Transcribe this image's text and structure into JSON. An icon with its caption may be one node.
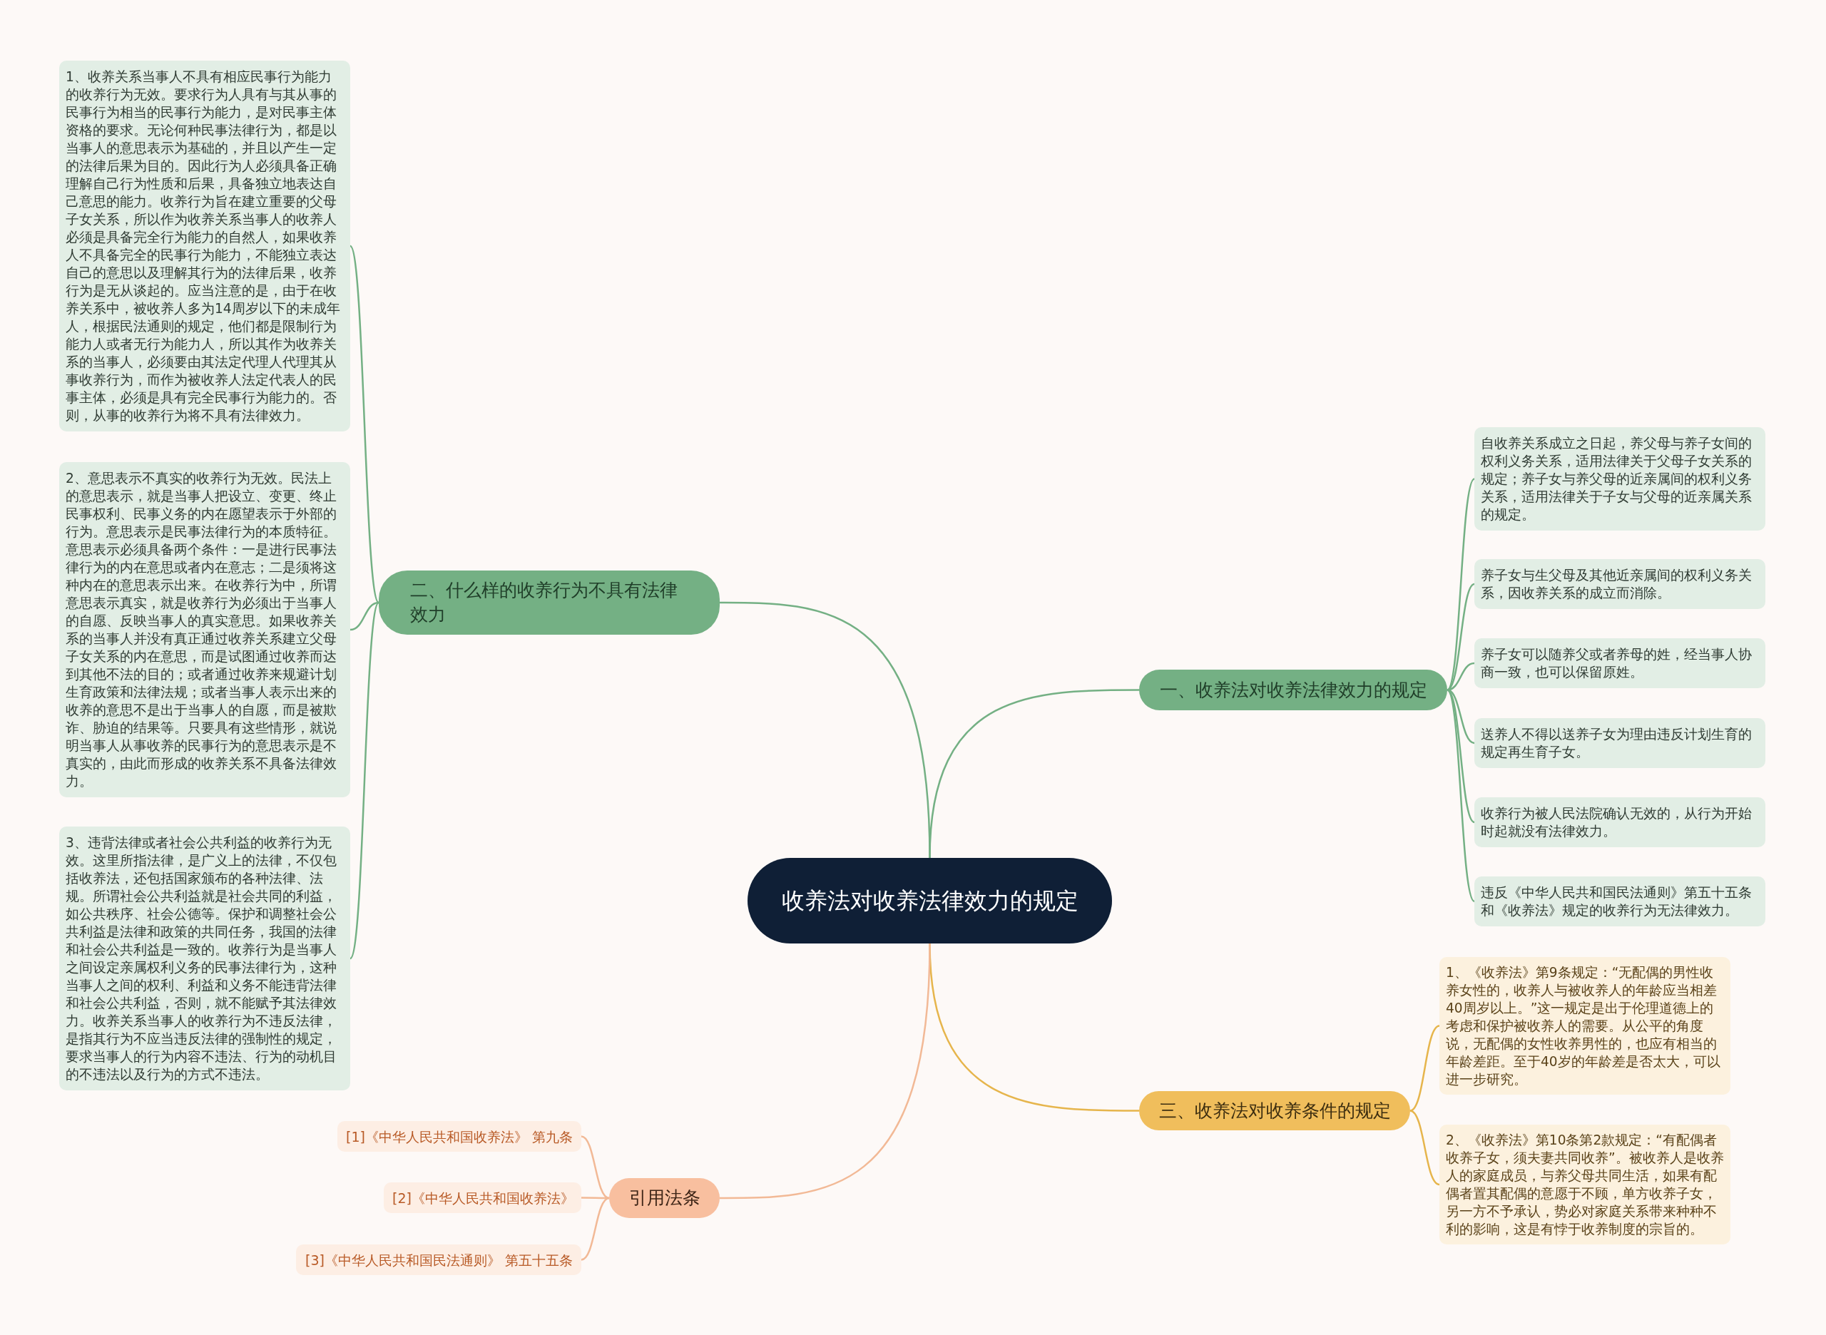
{
  "diagram": {
    "nodes": [
      {
        "text": [
          "收养法对收养法律效力的规定"
        ]
      },
      {
        "text": [
          "二、什么样的收养行为不具有法律效力"
        ]
      },
      {
        "text": [
          "1、收养关系当事人不具有相应民事行为能力的收养行为无效。要求行为人具有与其从事的民事行为相当的民事行为能力，是对民事主体资格的要求。无论何种民事法律行为，都是以当事人的意思表示为基础的，并且以产生一定的法律后果为目的。因此行为人必须具备正确理解自己行为性质和后果，具备独立地表达自己意思的能力。收养行为旨在建立重要的父母子女关系，所以作为收养关系当事人的收养人必须是具备完全行为能力的自然人，如果收养人不具备完全的民事行为能力，不能独立表达自己的意思以及理解其行为的法律后果，收养行为是无从谈起的。应当注意的是，由于在收养关系中，被收养人多为14周岁以下的未成年人，根据民法通则的规定，他们都是限制行为能力人或者无行为能力人，所以其作为收养关系的当事人，必须要由其法定代理人代理其从事收养行为，而作为被收养人法定代表人的民事主体，必须是具有完全民事行为能力的。否则，从事的收养行为将不具有法律效力。"
        ]
      },
      {
        "text": [
          "2、意思表示不真实的收养行为无效。民法上的意思表示，就是当事人把设立、变更、终止民事权利、民事义务的内在愿望表示于外部的行为。意思表示是民事法律行为的本质特征。意思表示必须具备两个条件：一是进行民事法律行为的内在意思或者内在意志；二是须将这种内在的意思表示出来。在收养行为中，所谓意思表示真实，就是收养行为必须出于当事人的自愿、反映当事人的真实意思。如果收养关系的当事人并没有真正通过收养关系建立父母子女关系的内在意思，而是试图通过收养而达到其他不法的目的；或者通过收养来规避计划生育政策和法律法规；或者当事人表示出来的收养的意思不是出于当事人的自愿，而是被欺诈、胁迫的结果等。只要具有这些情形，就说明当事人从事收养的民事行为的意思表示是不真实的，由此而形成的收养关系不具备法律效力。"
        ]
      },
      {
        "text": [
          "3、违背法律或者社会公共利益的收养行为无效。这里所指法律，是广义上的法律，不仅包括收养法，还包括国家颁布的各种法律、法规。所谓社会公共利益就是社会共同的利益，如公共秩序、社会公德等。保护和调整社会公共利益是法律和政策的共同任务，我国的法律和社会公共利益是一致的。收养行为是当事人之间设定亲属权利义务的民事法律行为，这种当事人之间的权利、利益和义务不能违背法律和社会公共利益，否则，就不能赋予其法律效力。收养关系当事人的收养行为不违反法律，是指其行为不应当违反法律的强制性的规定，要求当事人的行为内容不违法、行为的动机目的不违法以及行为的方式不违法。"
        ]
      },
      {
        "text": [
          "一、收养法对收养法律效力的规定"
        ]
      },
      {
        "text": [
          "自收养关系成立之日起，养父母与养子女间的权利义务关系，适用法律关于父母子女关系的规定；养子女与养父母的近亲属间的权利义务关系，适用法律关于子女与父母的近亲属关系的规定。"
        ]
      },
      {
        "text": [
          "养子女与生父母及其他近亲属间的权利义务关系，因收养关系的成立而消除。"
        ]
      },
      {
        "text": [
          "养子女可以随养父或者养母的姓，经当事人协商一致，也可以保留原姓。"
        ]
      },
      {
        "text": [
          "送养人不得以送养子女为理由违反计划生育的规定再生育子女。"
        ]
      },
      {
        "text": [
          "收养行为被人民法院确认无效的，从行为开始时起就没有法律效力。"
        ]
      },
      {
        "text": [
          "违反《中华人民共和国民法通则》第五十五条和《收养法》规定的收养行为无法律效力。"
        ]
      },
      {
        "text": [
          "三、收养法对收养条件的规定"
        ]
      },
      {
        "text": [
          "1、《收养法》第9条规定：“无配偶的男性收养女性的，收养人与被收养人的年龄应当相差40周岁以上。”这一规定是出于伦理道德上的考虑和保护被收养人的需要。从公平的角度说，无配偶的女性收养男性的，也应有相当的年龄差距。至于40岁的年龄差是否太大，可以进一步研究。"
        ]
      },
      {
        "text": [
          "2、《收养法》第10条第2款规定：“有配偶者收养子女，须夫妻共同收养”。被收养人是收养人的家庭成员，与养父母共同生活，如果有配偶者置其配偶的意愿于不顾，单方收养子女，另一方不予承认，势必对家庭关系带来种种不利的影响，这是有悖于收养制度的宗旨的。"
        ]
      },
      {
        "text": [
          "引用法条"
        ]
      },
      {
        "text": [
          "[1]《中华人民共和国收养法》 第九条"
        ]
      },
      {
        "text": [
          "[2]《中华人民共和国收养法》"
        ]
      },
      {
        "text": [
          "[3]《中华人民共和国民法通则》 第五十五条"
        ]
      }
    ],
    "edges": [
      {
        "from": 0,
        "to": 1,
        "arrow": "none"
      },
      {
        "from": 1,
        "to": 2,
        "arrow": "none"
      },
      {
        "from": 1,
        "to": 3,
        "arrow": "none"
      },
      {
        "from": 1,
        "to": 4,
        "arrow": "none"
      },
      {
        "from": 0,
        "to": 5,
        "arrow": "none"
      },
      {
        "from": 5,
        "to": 6,
        "arrow": "none"
      },
      {
        "from": 5,
        "to": 7,
        "arrow": "none"
      },
      {
        "from": 5,
        "to": 8,
        "arrow": "none"
      },
      {
        "from": 5,
        "to": 9,
        "arrow": "none"
      },
      {
        "from": 5,
        "to": 10,
        "arrow": "none"
      },
      {
        "from": 5,
        "to": 11,
        "arrow": "none"
      },
      {
        "from": 0,
        "to": 12,
        "arrow": "none",
        "color": "#e6b54c"
      },
      {
        "from": 12,
        "to": 13,
        "arrow": "none",
        "color": "#e6b54c"
      },
      {
        "from": 12,
        "to": 14,
        "arrow": "none",
        "color": "#e6b54c"
      },
      {
        "from": 0,
        "to": 15,
        "arrow": "none",
        "color": "#f2b996"
      },
      {
        "from": 15,
        "to": 16,
        "arrow": "none",
        "color": "#f2b996"
      },
      {
        "from": 15,
        "to": 17,
        "arrow": "none",
        "color": "#f2b996"
      },
      {
        "from": 15,
        "to": 18,
        "arrow": "none",
        "color": "#f2b996"
      }
    ]
  }
}
